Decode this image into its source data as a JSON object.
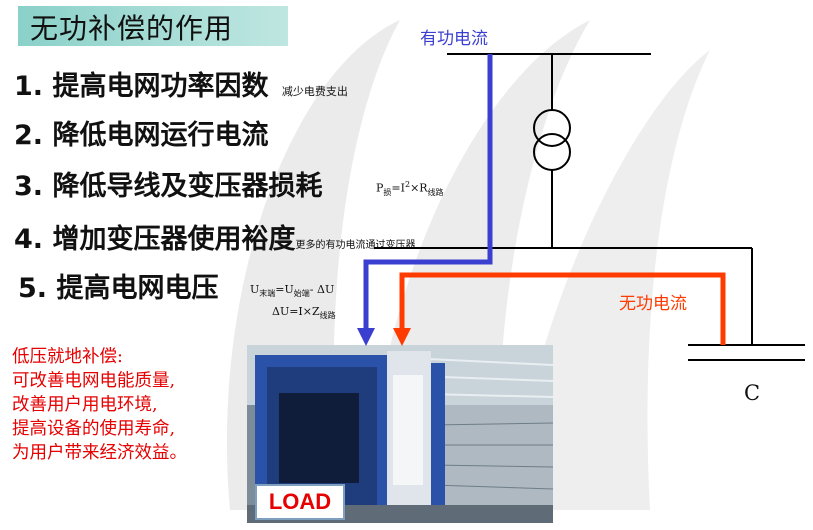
{
  "title": "无功补偿的作用",
  "items": [
    {
      "num": "1.",
      "text": "提高电网功率因数",
      "note": "减少电费支出"
    },
    {
      "num": "2.",
      "text": "降低电网运行电流",
      "note": ""
    },
    {
      "num": "3.",
      "text": "降低导线及变压器损耗",
      "note": ""
    },
    {
      "num": "4.",
      "text": "增加变压器使用裕度",
      "note": "更多的有功电流通过变压器"
    },
    {
      "num": "5.",
      "text": "提高电网电压",
      "note": ""
    }
  ],
  "formulas": {
    "loss": {
      "p": "P",
      "p_sub": "损",
      "eq": "=I",
      "sup": "2",
      "times": "×R",
      "r_sub": "线路"
    },
    "voltage": {
      "u1": "U",
      "u1_sub": "末端",
      "eq1": "=U",
      "u2_sub": "始端",
      "minus": "- ΔU"
    },
    "delta": {
      "text": "ΔU=I×Z",
      "z_sub": "线路"
    }
  },
  "low_voltage_note": [
    "低压就地补偿:",
    "可改善电网电能质量,",
    "改善用户用电环境,",
    "提高设备的使用寿命,",
    "为用户带来经济效益。"
  ],
  "diagram": {
    "active_current_label": "有功电流",
    "reactive_current_label": "无功电流",
    "capacitor_label": "C",
    "load_label": "LOAD",
    "colors": {
      "active": "#3a3fd0",
      "reactive": "#ff3b00",
      "line": "#000000",
      "note": "#e60000"
    }
  }
}
